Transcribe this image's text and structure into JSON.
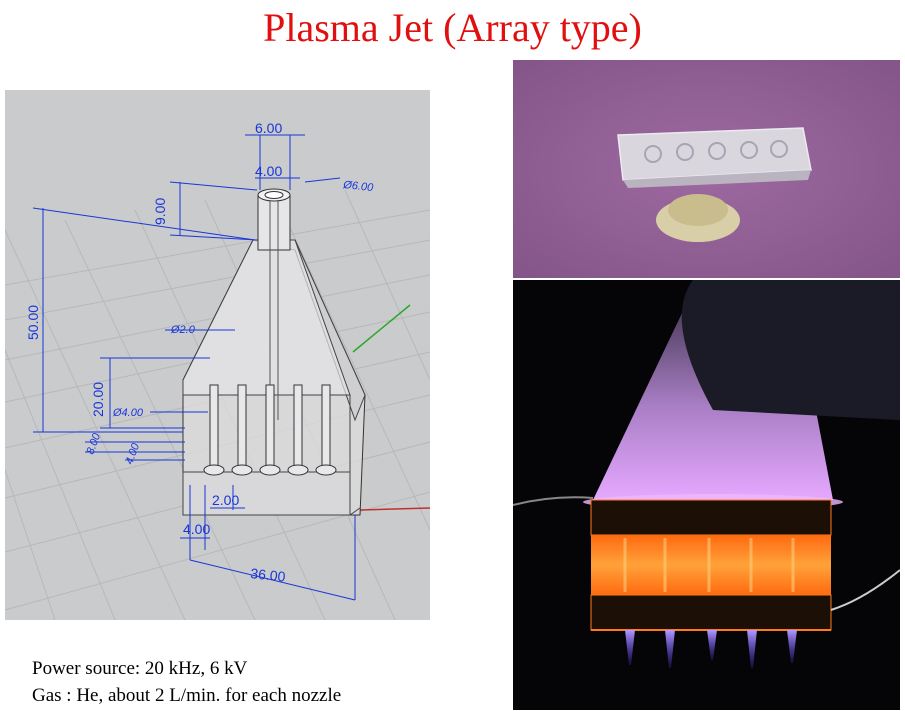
{
  "page": {
    "title": "Plasma Jet (Array type)"
  },
  "diagram": {
    "dimensions": {
      "top_width": "6.00",
      "inner_width": "4.00",
      "pipe_diameter": "Ø6.00",
      "pipe_height": "9.00",
      "total_height": "50.00",
      "inner_diameter": "Ø2.0",
      "nozzle_height": "20.00",
      "nozzle_diameter": "Ø4.00",
      "side_small": "8.00",
      "side_offset": "4.00",
      "nozzle_pitch": "2.00",
      "nozzle_offset": "4.00",
      "total_width": "36.00"
    }
  },
  "specs": {
    "power": "Power source: 20 kHz, 6 kV",
    "gas": "Gas : He, about 2 L/min. for each nozzle"
  },
  "colors": {
    "title": "#e01010",
    "dimension": "#1a35d8",
    "plasma_pink": "#e9a3ff",
    "plasma_orange": "#ff7a1a",
    "plasma_violet": "#7a5cff"
  }
}
